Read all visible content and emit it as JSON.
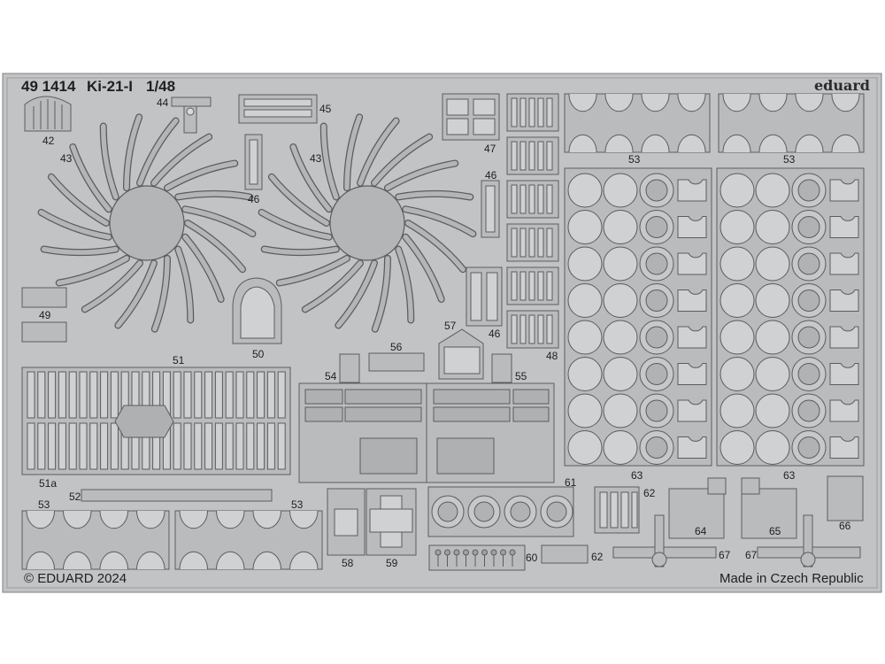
{
  "sheet": {
    "product_code": "49 1414",
    "model": "Ki-21-I",
    "scale": "1/48",
    "brand": "eduard",
    "copyright": "© EDUARD 2024",
    "origin": "Made in Czech Republic"
  },
  "part_numbers": {
    "p42": "42",
    "p43a": "43",
    "p43b": "43",
    "p44": "44",
    "p45": "45",
    "p46a": "46",
    "p46b": "46",
    "p46c": "46",
    "p47": "47",
    "p48": "48",
    "p49": "49",
    "p50": "50",
    "p51": "51",
    "p51a": "51a",
    "p52": "52",
    "p53a": "53",
    "p53b": "53",
    "p53c": "53",
    "p53d": "53",
    "p54": "54",
    "p55": "55",
    "p56": "56",
    "p57": "57",
    "p58": "58",
    "p59": "59",
    "p60": "60",
    "p61": "61",
    "p62a": "62",
    "p62b": "62",
    "p63a": "63",
    "p63b": "63",
    "p64": "64",
    "p65": "65",
    "p66": "66",
    "p67a": "67",
    "p67b": "67"
  },
  "colors": {
    "fret": "#c0c2c4",
    "outline": "#5a5c5e",
    "ink": "#1f1f1f"
  }
}
